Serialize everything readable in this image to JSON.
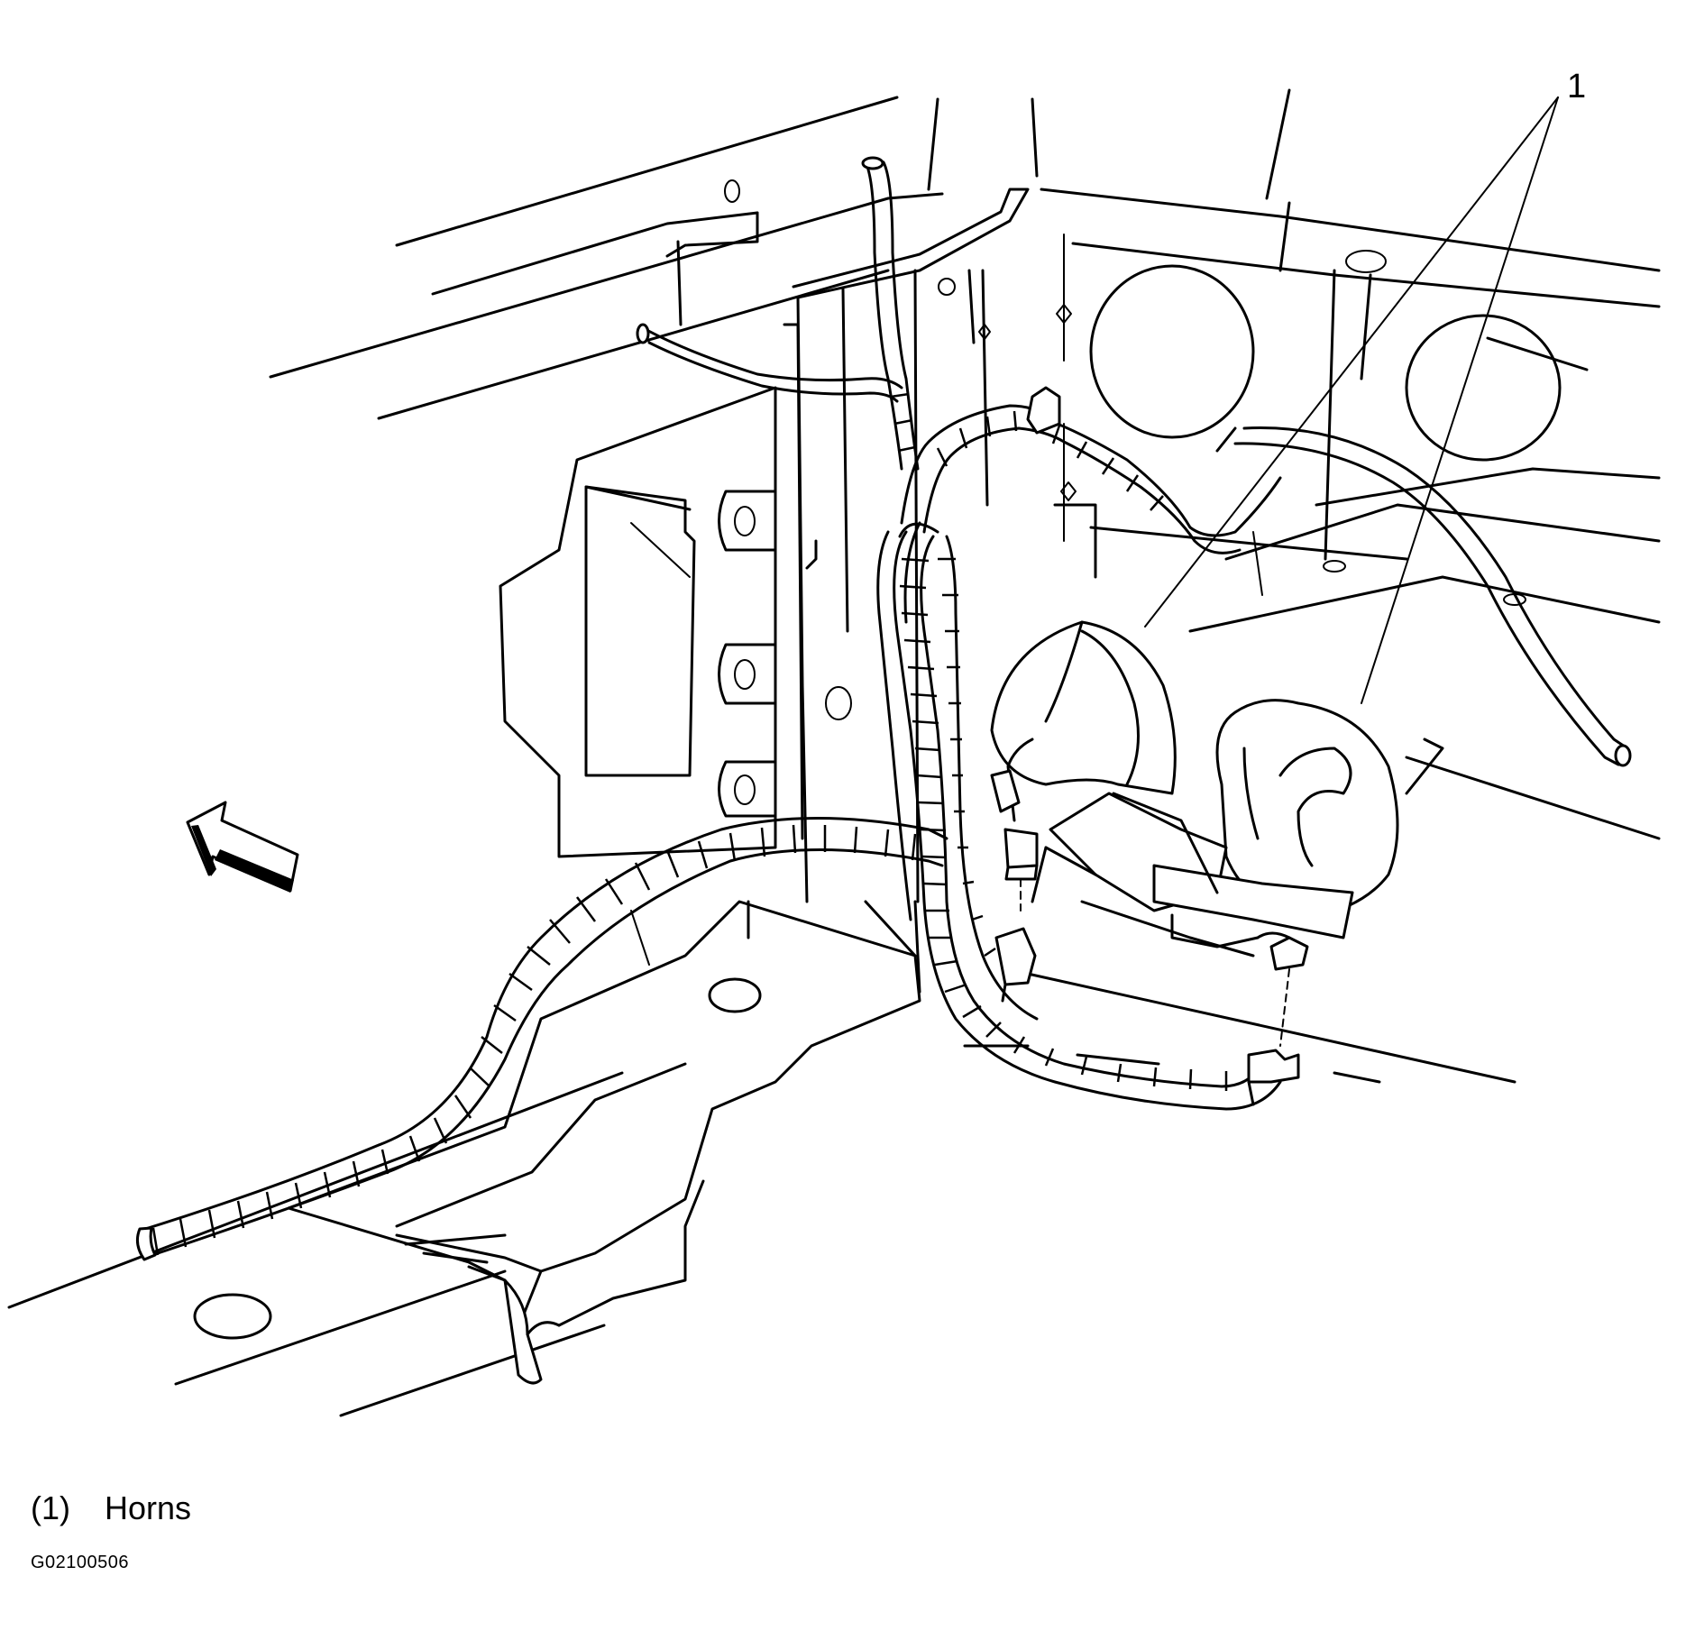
{
  "callout": {
    "number": "1"
  },
  "legend": {
    "items": [
      {
        "number": "(1)",
        "label": "Horns"
      }
    ]
  },
  "figure_id": "G02100506"
}
